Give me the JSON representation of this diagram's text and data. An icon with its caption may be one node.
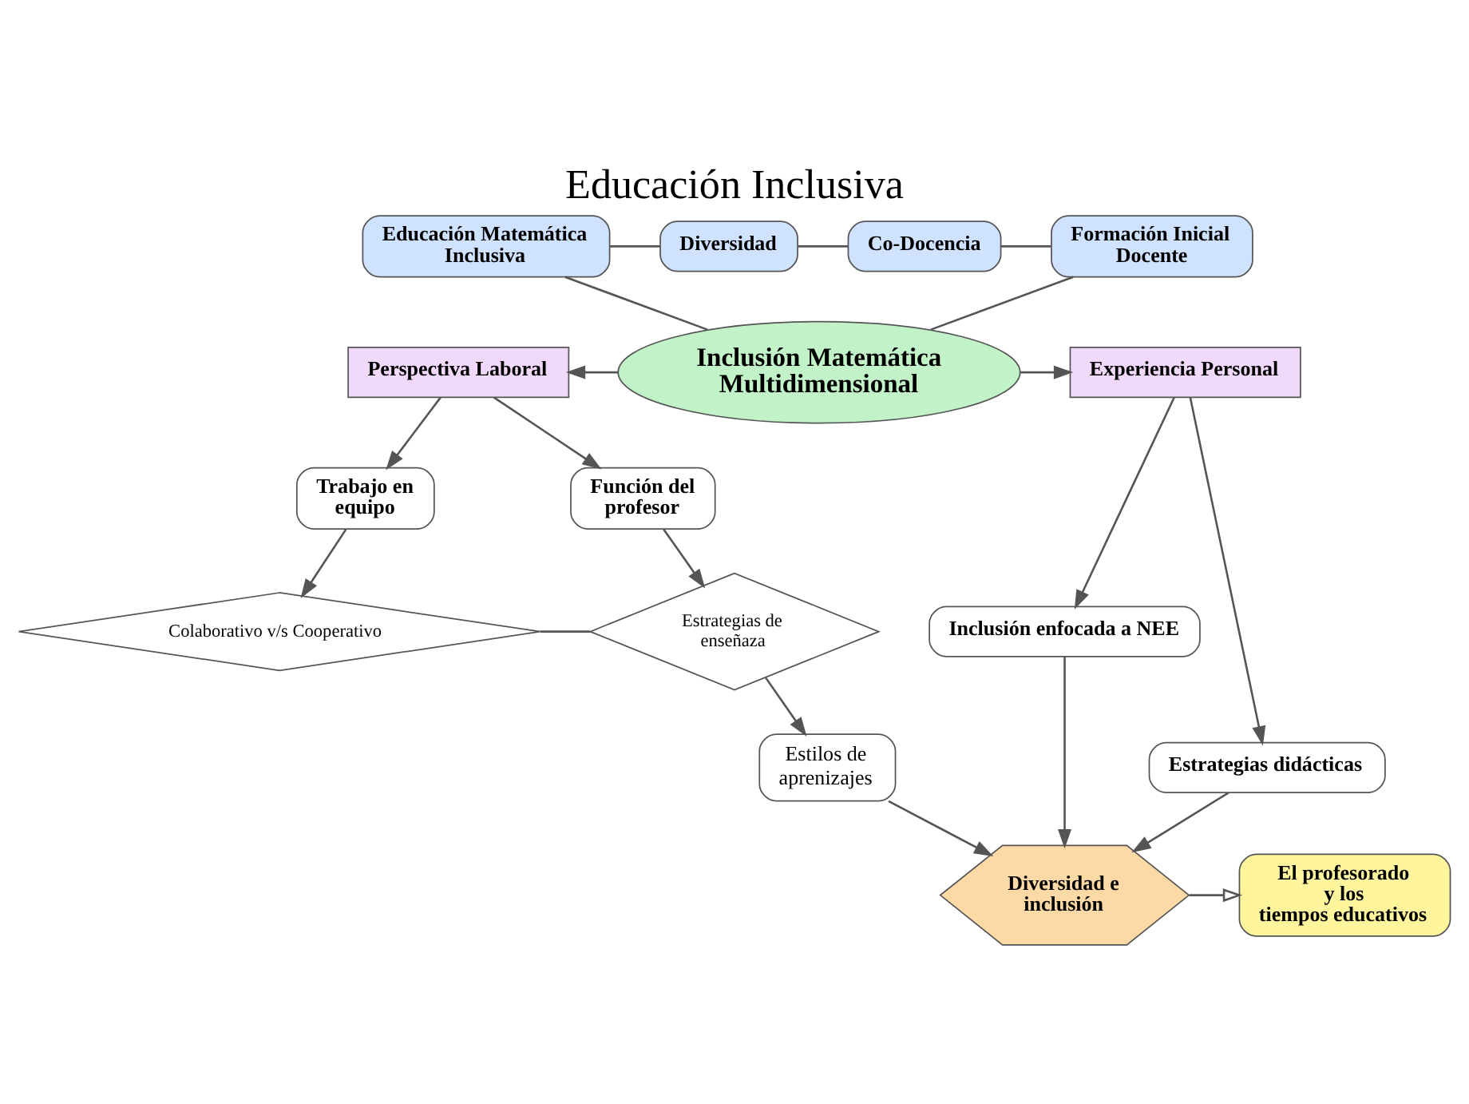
{
  "diagram": {
    "title": "Educación Inclusiva",
    "nodes": [
      {
        "text": [
          "Educación Matemática Inclusiva"
        ]
      },
      {
        "text": [
          "Diversidad"
        ]
      },
      {
        "text": [
          "Co-Docencia"
        ]
      },
      {
        "text": [
          "Formación Inicial Docente"
        ]
      },
      {
        "text": [
          "Inclusión Matemática Multidimensional"
        ]
      },
      {
        "text": [
          "Perspectiva Laboral"
        ]
      },
      {
        "text": [
          "Experiencia Personal"
        ]
      },
      {
        "text": [
          "Trabajo en equipo"
        ]
      },
      {
        "text": [
          "Función del profesor"
        ]
      },
      {
        "text": [
          "Inclusión enfocada a NEE"
        ]
      },
      {
        "text": [
          "Estrategias didácticas"
        ]
      },
      {
        "text": [
          "Colaborativo v/s Cooperativo"
        ]
      },
      {
        "text": [
          "Estrategias de enseñaza"
        ]
      },
      {
        "text": [
          "Estilos de aprenizajes"
        ]
      },
      {
        "text": [
          "Diversidad e inclusión"
        ]
      },
      {
        "text": [
          "El profesorado y los tiempos educativos"
        ]
      }
    ],
    "edges": [
      {
        "from": 0,
        "to": 1,
        "arrow": "none"
      },
      {
        "from": 1,
        "to": 2,
        "arrow": "none"
      },
      {
        "from": 2,
        "to": 3,
        "arrow": "none"
      },
      {
        "from": 0,
        "to": 4,
        "arrow": "none"
      },
      {
        "from": 3,
        "to": 4,
        "arrow": "none"
      },
      {
        "from": 4,
        "to": 5,
        "arrow": "to"
      },
      {
        "from": 4,
        "to": 6,
        "arrow": "to"
      },
      {
        "from": 5,
        "to": 7,
        "arrow": "to"
      },
      {
        "from": 5,
        "to": 8,
        "arrow": "to"
      },
      {
        "from": 6,
        "to": 9,
        "arrow": "to"
      },
      {
        "from": 6,
        "to": 10,
        "arrow": "to"
      },
      {
        "from": 7,
        "to": 11,
        "arrow": "to"
      },
      {
        "from": 8,
        "to": 12,
        "arrow": "to"
      },
      {
        "from": 11,
        "to": 12,
        "arrow": "none"
      },
      {
        "from": 12,
        "to": 13,
        "arrow": "to"
      },
      {
        "from": 13,
        "to": 14,
        "arrow": "to"
      },
      {
        "from": 9,
        "to": 14,
        "arrow": "to"
      },
      {
        "from": 10,
        "to": 14,
        "arrow": "to"
      },
      {
        "from": 14,
        "to": 15,
        "arrow": "to"
      }
    ]
  }
}
